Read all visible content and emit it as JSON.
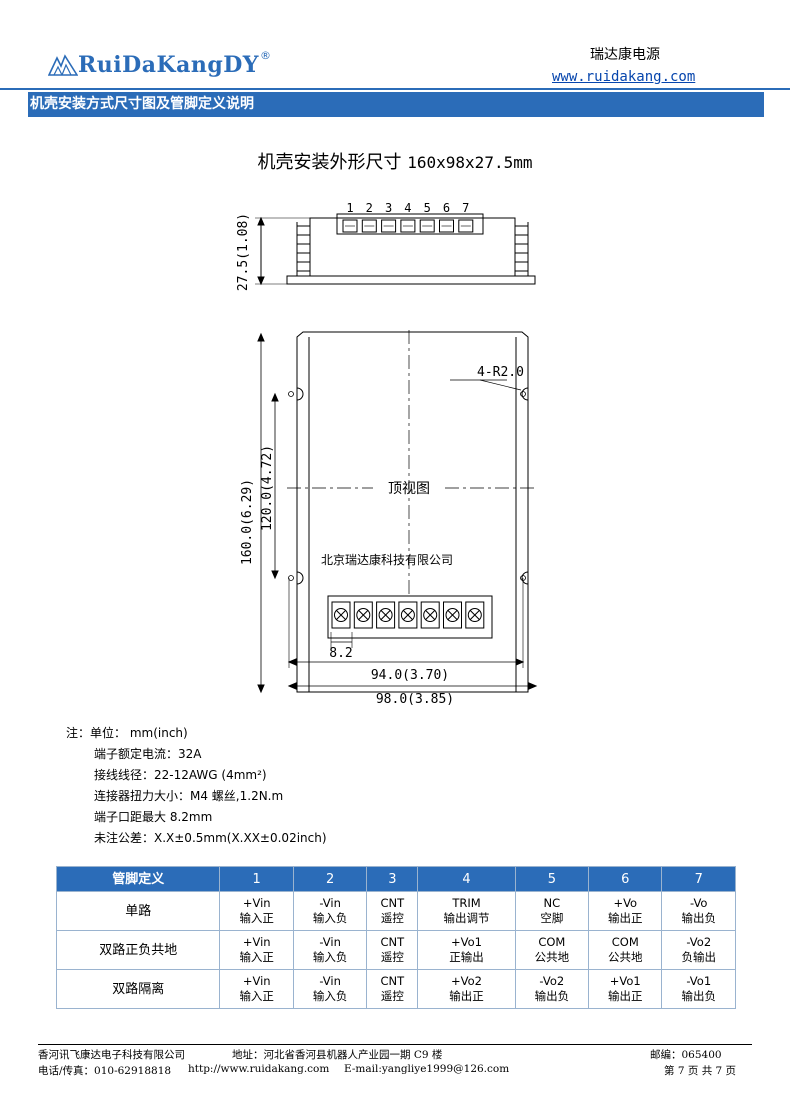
{
  "header": {
    "logo_text": "RuiDaKangDY",
    "registered_mark": "®",
    "company_cn": "瑞达康电源",
    "website": "www.ruidakang.com",
    "section_title": "机壳安装方式尺寸图及管脚定义说明"
  },
  "drawing": {
    "title_cn": "机壳安装外形尺寸",
    "title_dims": "160x98x27.5mm",
    "side_height_label": "27.5(1.08)",
    "pin_numbers": [
      "1",
      "2",
      "3",
      "4",
      "5",
      "6",
      "7"
    ],
    "radius_label": "4-R2.0",
    "overall_length_label": "160.0(6.29)",
    "hole_spacing_label": "120.0(4.72)",
    "view_label": "顶视图",
    "company_watermark": "北京瑞达康科技有限公司",
    "terminal_pitch_label": "8.2",
    "hole_width_label": "94.0(3.70)",
    "overall_width_label": "98.0(3.85)"
  },
  "notes": {
    "unit": "注：单位： mm(inch)",
    "rated_current": "端子额定电流：32A",
    "wire_gauge": "接线线径：22-12AWG (4mm²)",
    "torque": "连接器扭力大小：M4 螺丝,1.2N.m",
    "terminal_opening": "端子口距最大 8.2mm",
    "tolerance": "未注公差：X.X±0.5mm(X.XX±0.02inch)"
  },
  "pin_table": {
    "headers": [
      "管脚定义",
      "1",
      "2",
      "3",
      "4",
      "5",
      "6",
      "7"
    ],
    "rows": [
      {
        "label": "单路",
        "cells": [
          [
            "+Vin",
            "输入正"
          ],
          [
            "-Vin",
            "输入负"
          ],
          [
            "CNT",
            "遥控"
          ],
          [
            "TRIM",
            "输出调节"
          ],
          [
            "NC",
            "空脚"
          ],
          [
            "+Vo",
            "输出正"
          ],
          [
            "-Vo",
            "输出负"
          ]
        ]
      },
      {
        "label": "双路正负共地",
        "cells": [
          [
            "+Vin",
            "输入正"
          ],
          [
            "-Vin",
            "输入负"
          ],
          [
            "CNT",
            "遥控"
          ],
          [
            "+Vo1",
            "正输出"
          ],
          [
            "COM",
            "公共地"
          ],
          [
            "COM",
            "公共地"
          ],
          [
            "-Vo2",
            "负输出"
          ]
        ]
      },
      {
        "label": "双路隔离",
        "cells": [
          [
            "+Vin",
            "输入正"
          ],
          [
            "-Vin",
            "输入负"
          ],
          [
            "CNT",
            "遥控"
          ],
          [
            "+Vo2",
            "输出正"
          ],
          [
            "-Vo2",
            "输出负"
          ],
          [
            "+Vo1",
            "输出正"
          ],
          [
            "-Vo1",
            "输出负"
          ]
        ]
      }
    ]
  },
  "footer": {
    "company": "香河讯飞康达电子科技有限公司",
    "address": "地址：河北省香河县机器人产业园一期 C9 楼",
    "postcode": "邮编：065400",
    "phone": "电话/传真：010-62918818",
    "site": "http://www.ruidakang.com",
    "email": "E-mail:yangliye1999@126.com",
    "page": "第 7 页 共 7 页"
  },
  "colors": {
    "brand": "#2b6cb8",
    "link": "#0645ad"
  }
}
